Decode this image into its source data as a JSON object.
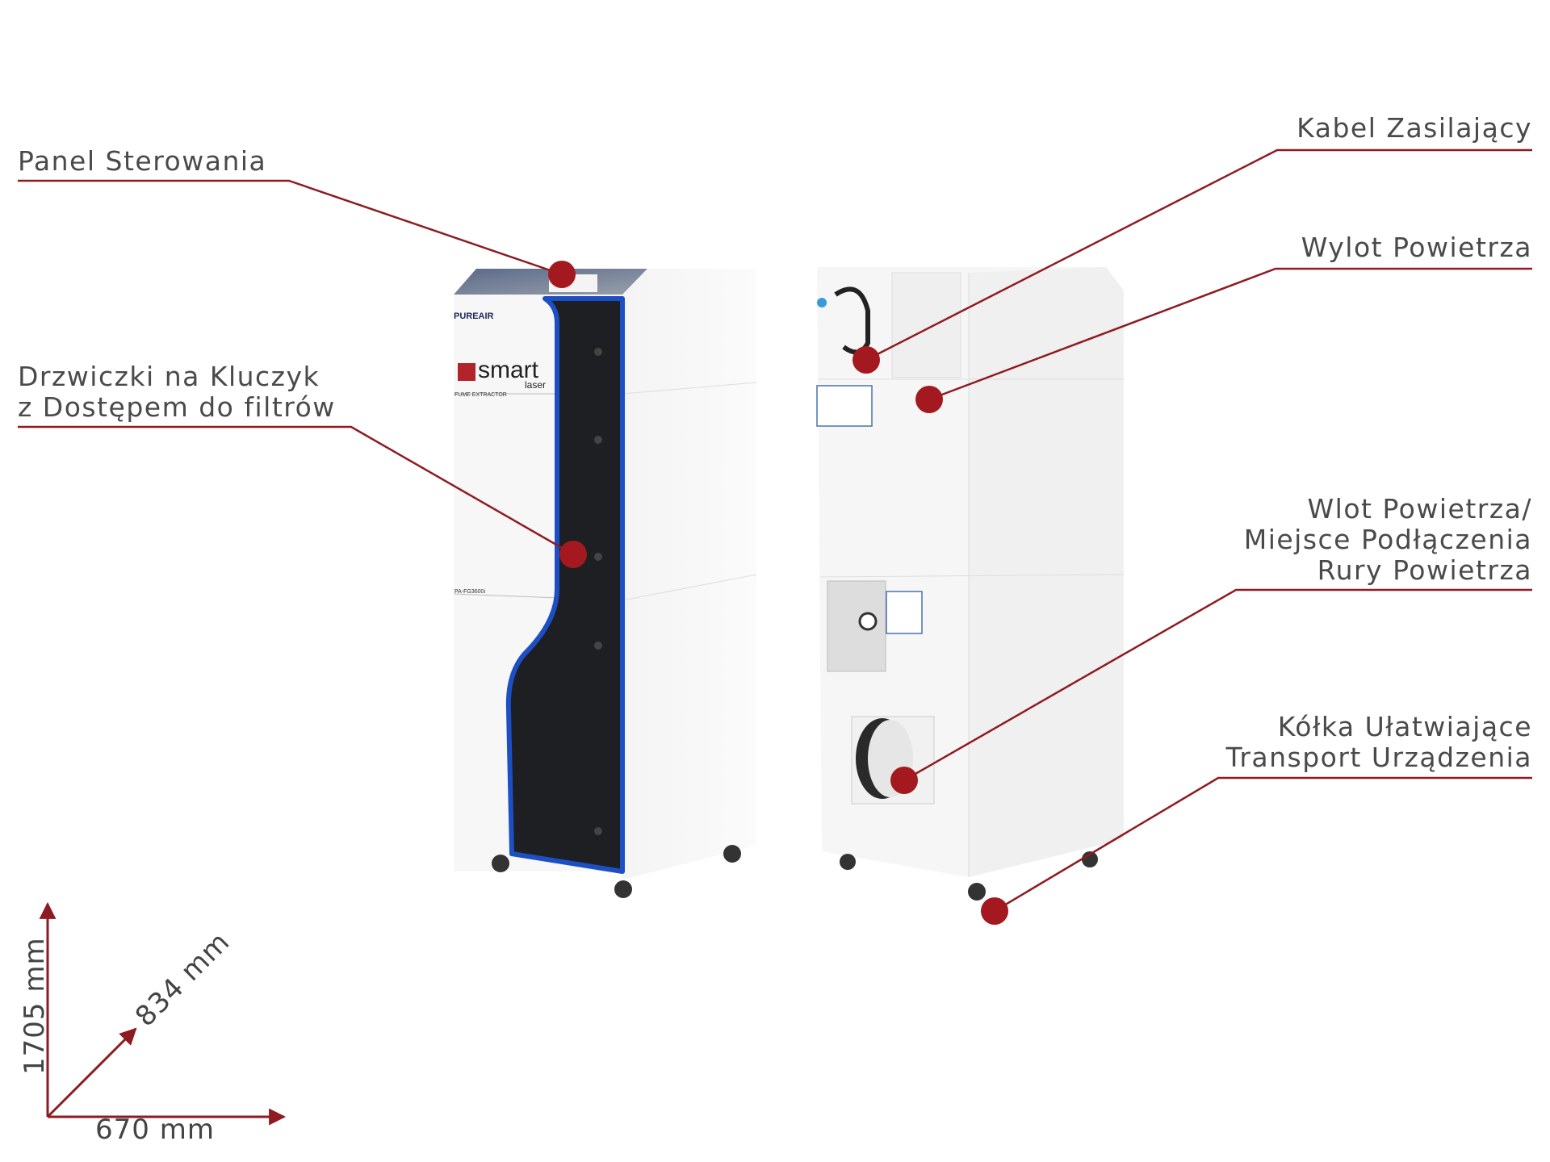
{
  "accent_color": "#8e1b22",
  "callouts": {
    "control_panel": "Panel Sterowania",
    "power_cable": "Kabel Zasilający",
    "air_outlet": "Wylot Powietrza",
    "filter_door": [
      "Drzwiczki na Kluczyk",
      "z Dostępem do filtrów"
    ],
    "air_inlet": [
      "Wlot Powietrza/",
      "Miejsce Podłączenia",
      "Rury Powietrza"
    ],
    "wheels": [
      "Kółka Ułatwiające",
      "Transport Urządzenia"
    ]
  },
  "dimensions": {
    "height": "1705 mm",
    "depth": "834 mm",
    "width": "670 mm"
  },
  "product": {
    "brand": "PUREAIR",
    "logo_main": "smart",
    "logo_sub": "laser",
    "type": "FUME EXTRACTOR",
    "model": "PA-FG3600i"
  }
}
